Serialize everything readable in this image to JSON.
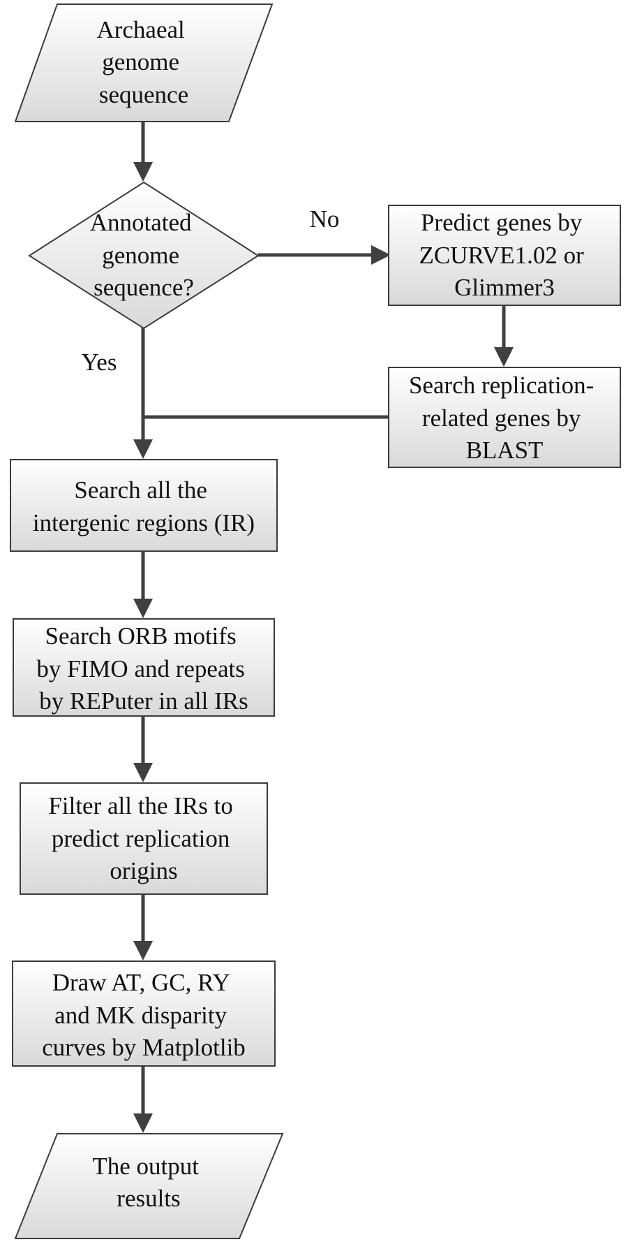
{
  "diagram": {
    "nodes": {
      "input": {
        "lines": [
          "Archaeal",
          "genome",
          "sequence"
        ]
      },
      "decision": {
        "lines": [
          "Annotated",
          "genome",
          "sequence?"
        ]
      },
      "predict": {
        "lines": [
          "Predict genes by",
          "ZCURVE1.02 or",
          "Glimmer3"
        ]
      },
      "blast": {
        "lines": [
          "Search replication-",
          "related genes by",
          "BLAST"
        ]
      },
      "search_ir": {
        "lines": [
          "Search all the",
          "intergenic regions (IR)"
        ]
      },
      "orb": {
        "lines": [
          "Search ORB motifs",
          "by FIMO and repeats",
          "by REPuter in all IRs"
        ]
      },
      "filter": {
        "lines": [
          "Filter all the IRs to",
          "predict replication",
          "origins"
        ]
      },
      "draw": {
        "lines": [
          "Draw AT, GC, RY",
          "and MK disparity",
          "curves by Matplotlib"
        ]
      },
      "output": {
        "lines": [
          "The output",
          "results"
        ]
      }
    },
    "edge_labels": {
      "no": "No",
      "yes": "Yes"
    },
    "colors": {
      "box_fill_top": "#ffffff",
      "box_fill_bottom": "#d9d9d9",
      "stroke": "#3c3c3c",
      "arrow": "#404040"
    }
  }
}
